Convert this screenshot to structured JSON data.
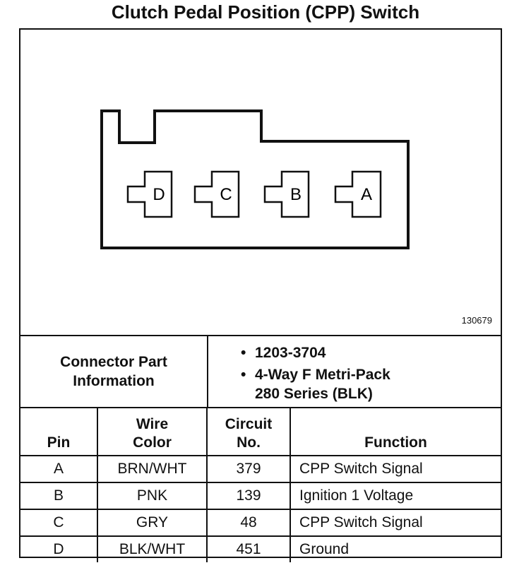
{
  "title": "Clutch Pedal Position (CPP) Switch",
  "figure_number": "130679",
  "connector": {
    "pins": [
      "D",
      "C",
      "B",
      "A"
    ]
  },
  "part_info": {
    "label_line1": "Connector Part",
    "label_line2": "Information",
    "items": [
      {
        "line1": "1203-3704",
        "line2": ""
      },
      {
        "line1": "4-Way F Metri-Pack",
        "line2": "280 Series (BLK)"
      }
    ]
  },
  "table": {
    "headers": {
      "pin": "Pin",
      "wire_color_1": "Wire",
      "wire_color_2": "Color",
      "circuit_1": "Circuit",
      "circuit_2": "No.",
      "function": "Function"
    },
    "rows": [
      {
        "pin": "A",
        "wire_color": "BRN/WHT",
        "circuit": "379",
        "function": "CPP Switch Signal"
      },
      {
        "pin": "B",
        "wire_color": "PNK",
        "circuit": "139",
        "function": "Ignition 1 Voltage"
      },
      {
        "pin": "C",
        "wire_color": "GRY",
        "circuit": "48",
        "function": "CPP Switch Signal"
      },
      {
        "pin": "D",
        "wire_color": "BLK/WHT",
        "circuit": "451",
        "function": "Ground"
      }
    ]
  }
}
